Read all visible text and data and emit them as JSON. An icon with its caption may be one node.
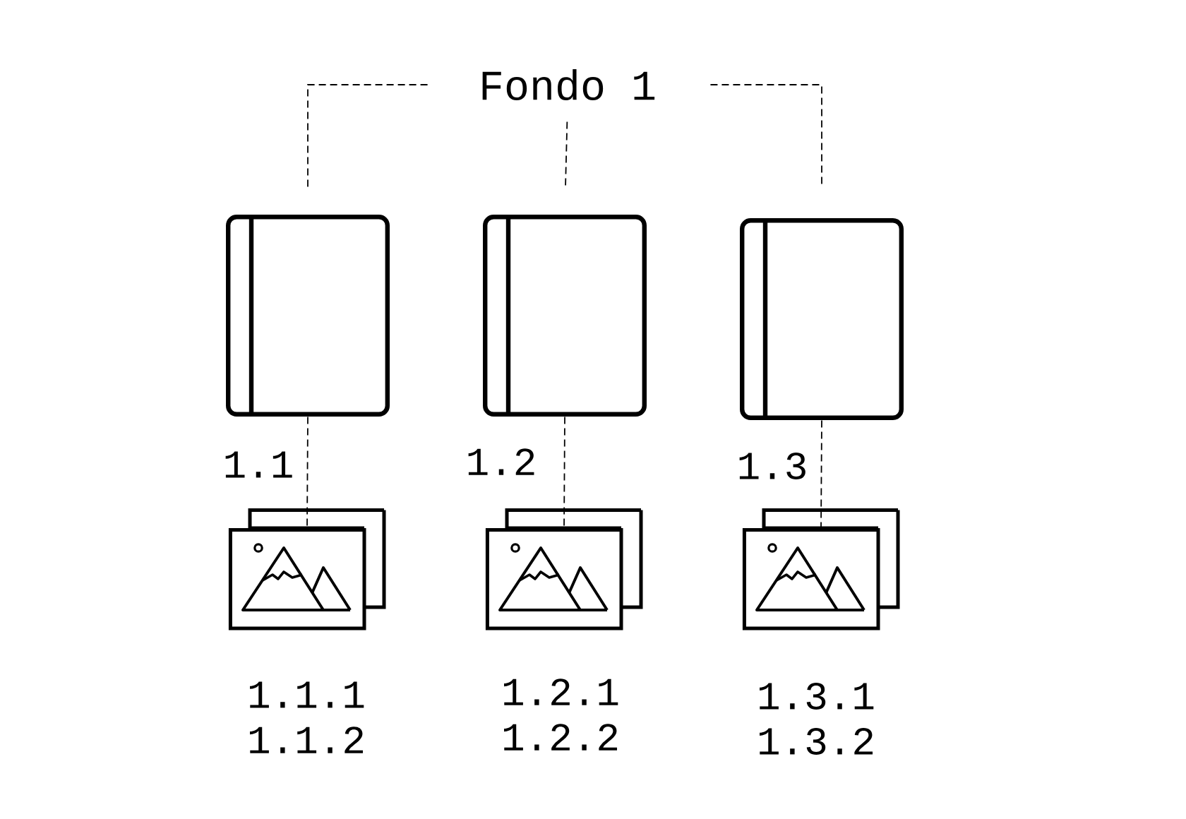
{
  "diagram": {
    "nodes": [
      {
        "text": [
          "Fondo 1"
        ]
      },
      {
        "text": [],
        "shape": "book",
        "beside": [
          "1.1"
        ]
      },
      {
        "text": [],
        "shape": "book",
        "beside": [
          "1.2"
        ]
      },
      {
        "text": [],
        "shape": "book",
        "beside": [
          "1.3"
        ]
      },
      {
        "text": [],
        "shape": "picture",
        "beside": [
          "1.1.1",
          "1.1.2"
        ]
      },
      {
        "text": [],
        "shape": "picture",
        "beside": [
          "1.2.1",
          "1.2.2"
        ]
      },
      {
        "text": [],
        "shape": "picture",
        "beside": [
          "1.3.1",
          "1.3.2"
        ]
      }
    ],
    "edges": [
      {
        "from": 0,
        "to": 1,
        "arrow": "none",
        "style": "dashed"
      },
      {
        "from": 0,
        "to": 2,
        "arrow": "none",
        "style": "dashed"
      },
      {
        "from": 0,
        "to": 3,
        "arrow": "none",
        "style": "dashed"
      },
      {
        "from": 1,
        "to": 4,
        "arrow": "none",
        "style": "dashed"
      },
      {
        "from": 2,
        "to": 5,
        "arrow": "none",
        "style": "dashed"
      },
      {
        "from": 3,
        "to": 6,
        "arrow": "none",
        "style": "dashed"
      }
    ]
  }
}
